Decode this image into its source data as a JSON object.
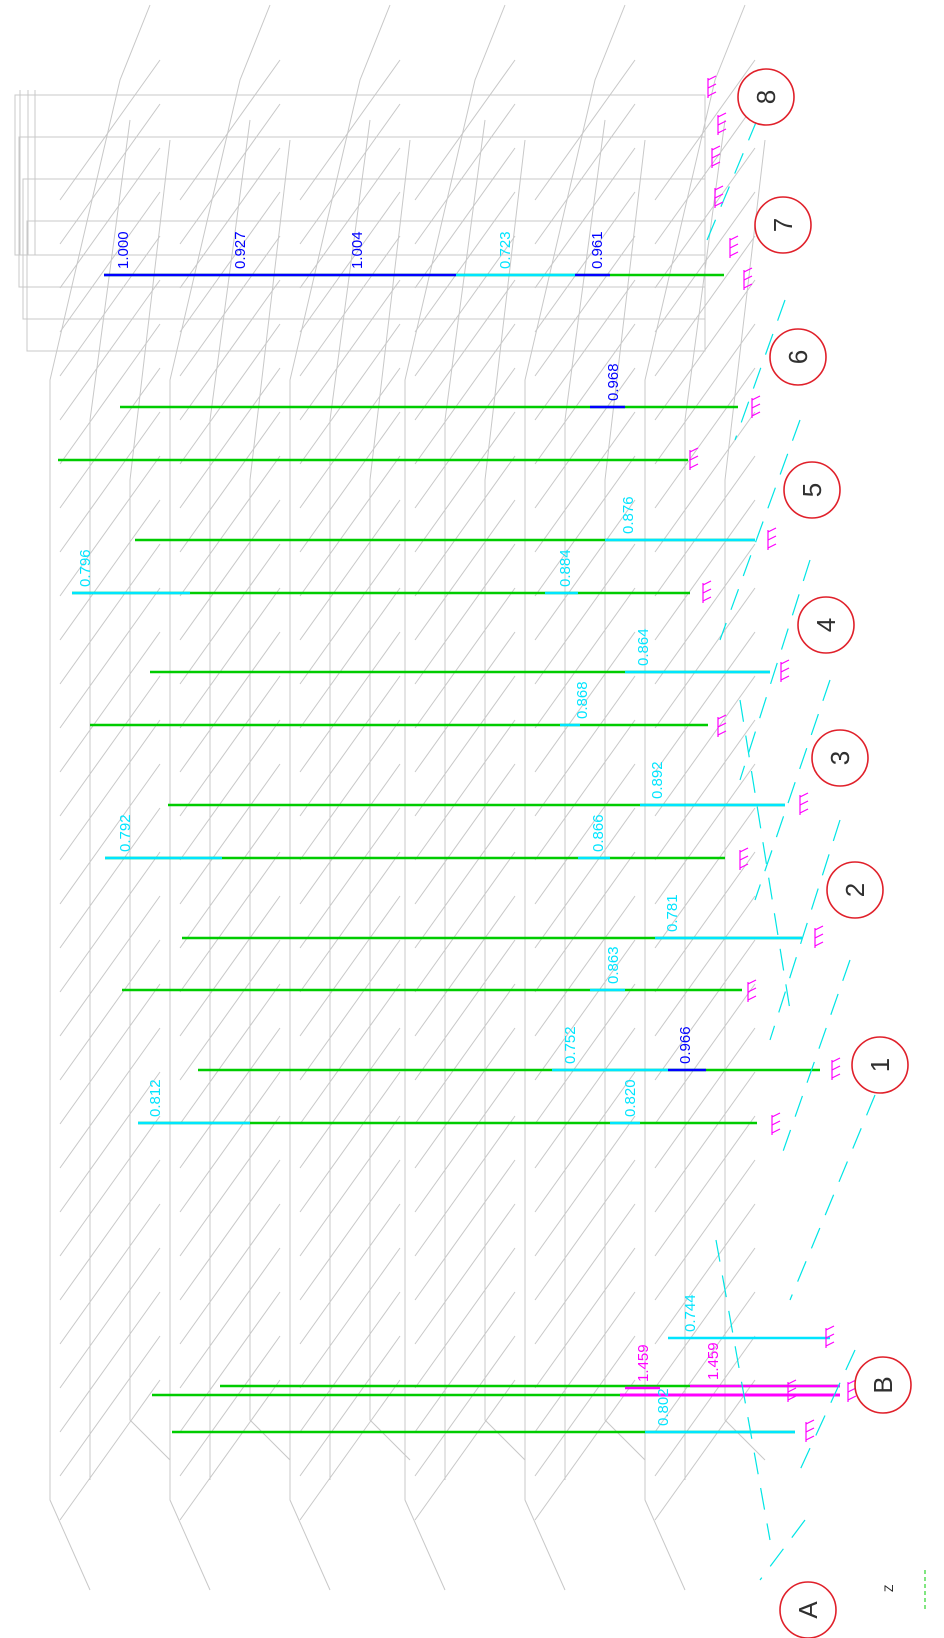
{
  "colors": {
    "ok": "#00cc00",
    "warn": "#00e5ff",
    "critical": "#0000ff",
    "over": "#ff00ff",
    "grid": "#c8c8c8",
    "bubble": "#e0202a"
  },
  "grid_bubbles": [
    {
      "label": "8"
    },
    {
      "label": "7"
    },
    {
      "label": "6"
    },
    {
      "label": "5"
    },
    {
      "label": "4"
    },
    {
      "label": "3"
    },
    {
      "label": "2"
    },
    {
      "label": "1"
    },
    {
      "label": "B"
    },
    {
      "label": "A"
    }
  ],
  "members": [
    {
      "ratio": "1.000",
      "level": "critical"
    },
    {
      "ratio": "0.927",
      "level": "critical"
    },
    {
      "ratio": "1.004",
      "level": "critical"
    },
    {
      "ratio": "0.723",
      "level": "warn"
    },
    {
      "ratio": "0.961",
      "level": "critical"
    },
    {
      "ratio": "0.968",
      "level": "critical"
    },
    {
      "ratio": "0.876",
      "level": "warn"
    },
    {
      "ratio": "0.796",
      "level": "warn"
    },
    {
      "ratio": "0.884",
      "level": "warn"
    },
    {
      "ratio": "0.864",
      "level": "warn"
    },
    {
      "ratio": "0.868",
      "level": "warn"
    },
    {
      "ratio": "0.892",
      "level": "warn"
    },
    {
      "ratio": "0.792",
      "level": "warn"
    },
    {
      "ratio": "0.866",
      "level": "warn"
    },
    {
      "ratio": "0.781",
      "level": "warn"
    },
    {
      "ratio": "0.863",
      "level": "warn"
    },
    {
      "ratio": "0.752",
      "level": "warn"
    },
    {
      "ratio": "0.966",
      "level": "critical"
    },
    {
      "ratio": "0.812",
      "level": "warn"
    },
    {
      "ratio": "0.820",
      "level": "warn"
    },
    {
      "ratio": "1.459",
      "level": "over"
    },
    {
      "ratio": "1.459",
      "level": "over"
    },
    {
      "ratio": "0.744",
      "level": "warn"
    },
    {
      "ratio": "0.802",
      "level": "warn"
    }
  ],
  "axis_indicator": {
    "label": "Z"
  }
}
